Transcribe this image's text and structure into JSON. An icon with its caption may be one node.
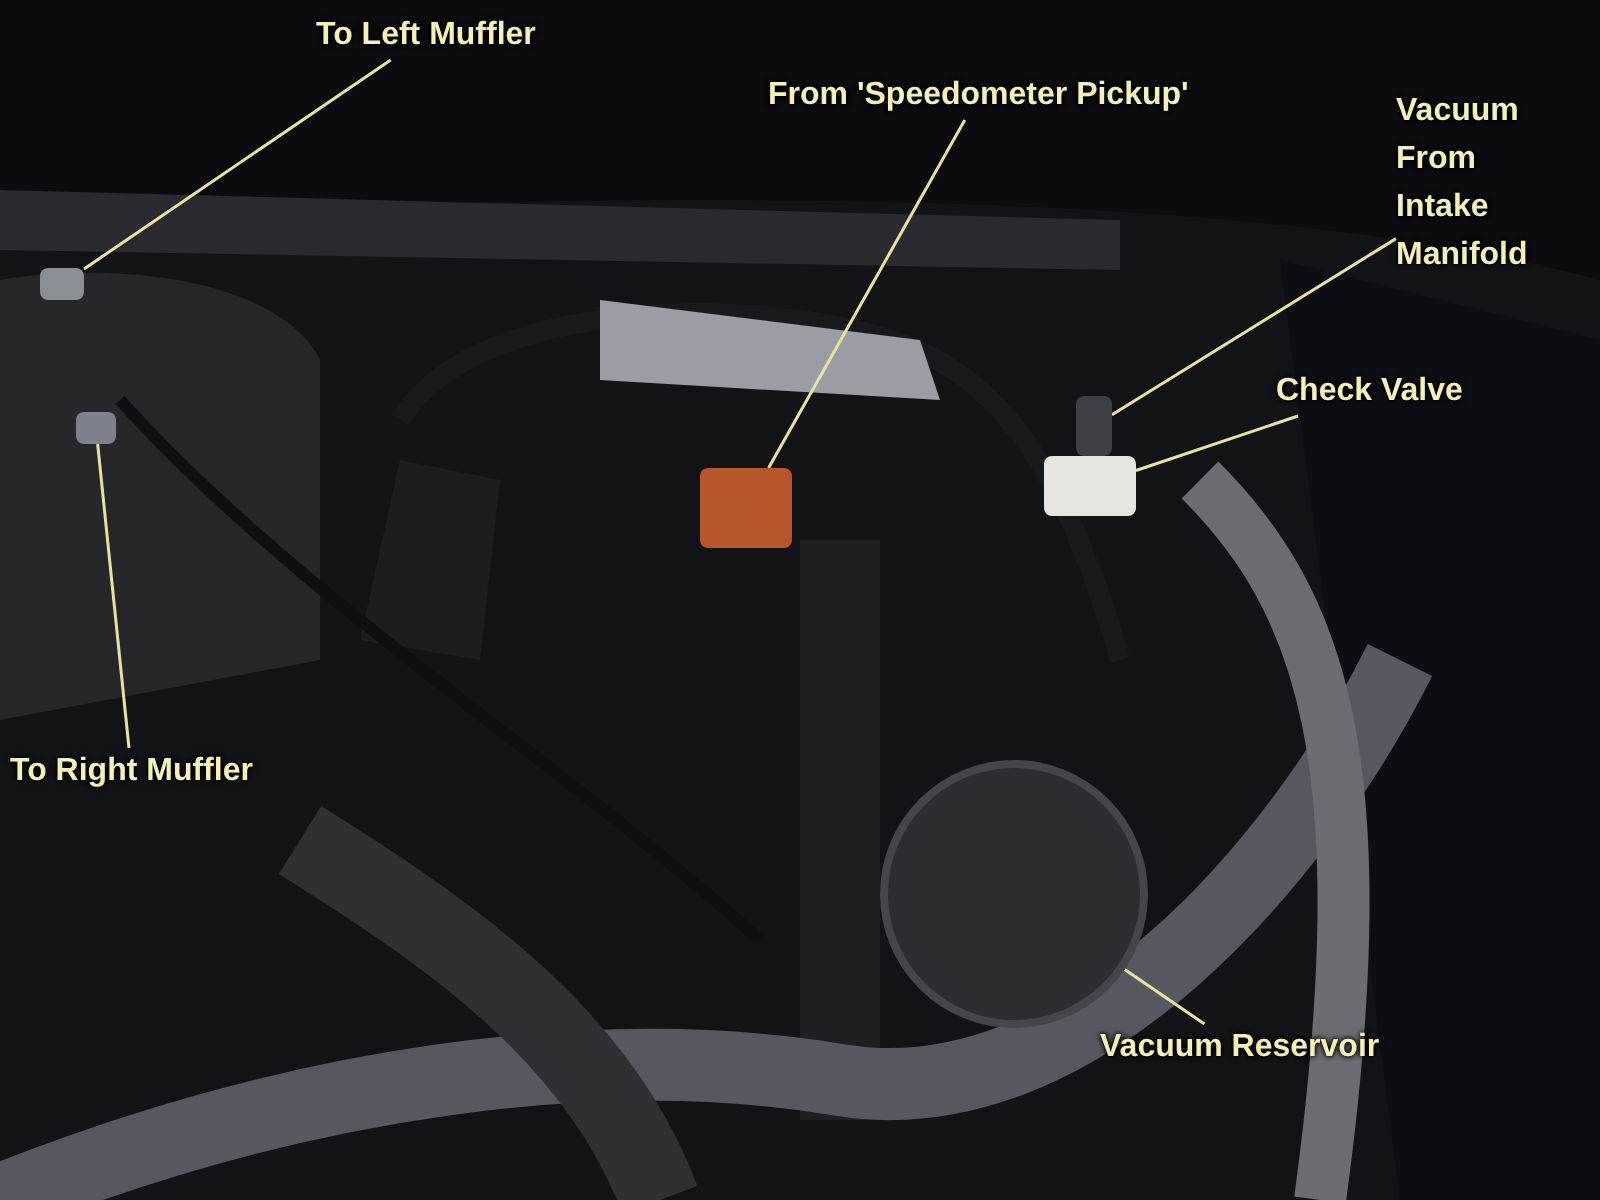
{
  "diagram": {
    "nodes": [
      {
        "text": [
          "To Left Muffler"
        ]
      },
      {
        "text": [],
        "shape": "box"
      },
      {
        "text": [
          "To Right Muffler"
        ]
      },
      {
        "text": [],
        "shape": "box"
      },
      {
        "text": [
          "From 'Speedometer Pickup'"
        ]
      },
      {
        "text": [],
        "shape": "box"
      },
      {
        "text": [
          "Vacuum From Intake Manifold"
        ]
      },
      {
        "text": [],
        "shape": "box"
      },
      {
        "text": [
          "Check Valve"
        ]
      },
      {
        "text": [],
        "shape": "box"
      },
      {
        "text": [
          "Vacuum Reservoir"
        ]
      },
      {
        "text": [],
        "shape": "circle"
      }
    ],
    "edges": [
      {
        "from": 0,
        "to": 1,
        "arrow": "none"
      },
      {
        "from": 2,
        "to": 3,
        "arrow": "none"
      },
      {
        "from": 4,
        "to": 5,
        "arrow": "none"
      },
      {
        "from": 6,
        "to": 7,
        "arrow": "none"
      },
      {
        "from": 8,
        "to": 9,
        "arrow": "none"
      },
      {
        "from": 10,
        "to": 11,
        "arrow": "none"
      }
    ]
  }
}
